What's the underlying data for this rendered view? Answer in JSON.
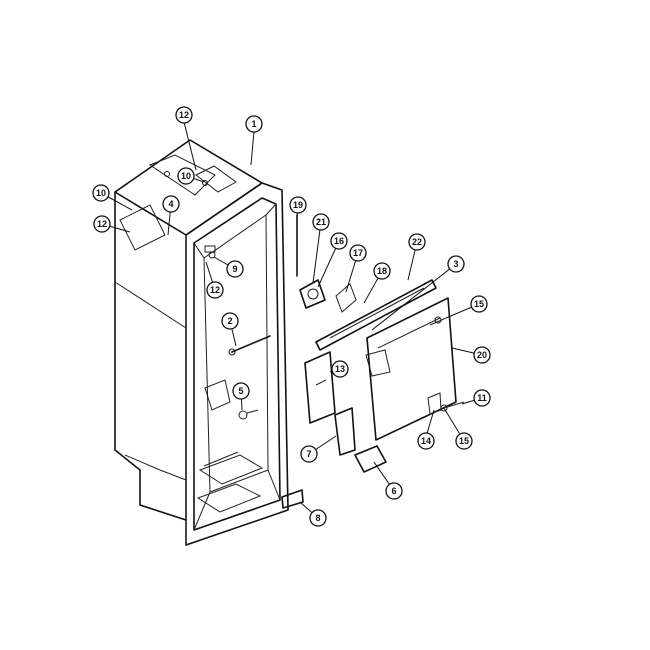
{
  "diagram": {
    "callouts": [
      {
        "label": "1"
      },
      {
        "label": "12"
      },
      {
        "label": "10"
      },
      {
        "label": "10"
      },
      {
        "label": "4"
      },
      {
        "label": "12"
      },
      {
        "label": "9"
      },
      {
        "label": "12"
      },
      {
        "label": "2"
      },
      {
        "label": "5"
      },
      {
        "label": "19"
      },
      {
        "label": "21"
      },
      {
        "label": "16"
      },
      {
        "label": "17"
      },
      {
        "label": "18"
      },
      {
        "label": "22"
      },
      {
        "label": "3"
      },
      {
        "label": "15"
      },
      {
        "label": "20"
      },
      {
        "label": "13"
      },
      {
        "label": "11"
      },
      {
        "label": "14"
      },
      {
        "label": "15"
      },
      {
        "label": "7"
      },
      {
        "label": "6"
      },
      {
        "label": "8"
      }
    ]
  }
}
